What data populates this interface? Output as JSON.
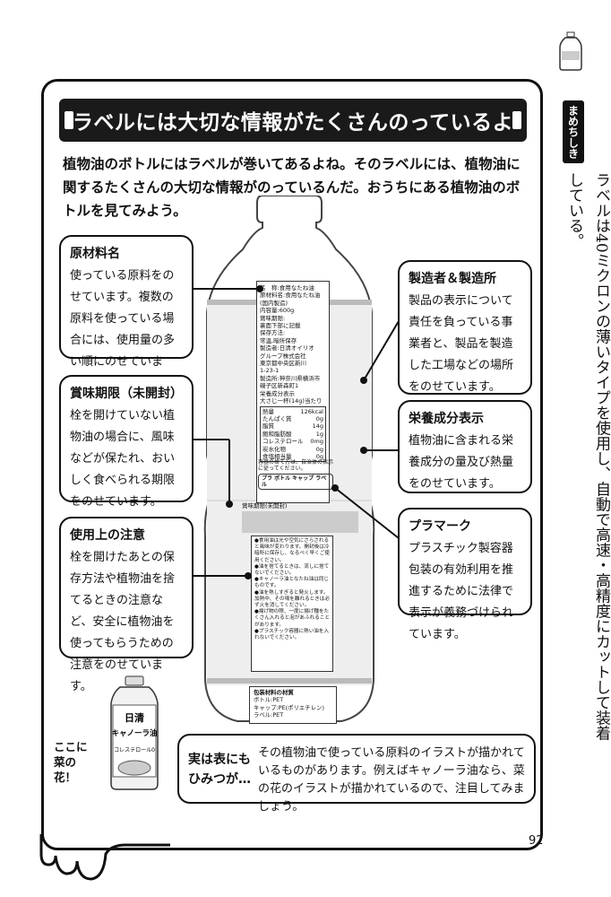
{
  "title": "ラベルには大切な情報がたくさんのっているよ",
  "intro": "植物油のボトルにはラベルが巻いてあるよね。そのラベルには、植物油に関するたくさんの大切な情報がのっているんだ。おうちにある植物油のボトルを見てみよう。",
  "callouts": {
    "ingredients": {
      "title": "原材料名",
      "body": "使っている原料をのせています。複数の原料を使っている場合には、使用量の多い順にのせています。"
    },
    "expiry": {
      "title": "賞味期限（未開封）",
      "body": "栓を開けていない植物油の場合に、風味などが保たれ、おいしく食べられる期限をのせています。"
    },
    "caution": {
      "title": "使用上の注意",
      "body": "栓を開けたあとの保存方法や植物油を捨てるときの注意など、安全に植物油を使ってもらうための注意をのせています。"
    },
    "manufacturer": {
      "title": "製造者＆製造所",
      "body": "製品の表示について責任を負っている事業者と、製品を製造した工場などの場所をのせています。"
    },
    "nutrition": {
      "title": "栄養成分表示",
      "body": "植物油に含まれる栄養成分の量及び熱量をのせています。"
    },
    "plastic": {
      "title": "プラマーク",
      "body": "プラスチック製容器包装の有効利用を推進するために法律で表示が義務づけられています。"
    }
  },
  "bottle_label": {
    "lines": [
      "名　称:食用なたね油",
      "原材料名:食用なたね油",
      "(国内製造)",
      "内容量:600g",
      "賞味期限:",
      "裏面下部に記載",
      "保存方法:",
      "常温,暗所保存",
      "製造者:日清オイリオ",
      "グループ株式会社",
      "東京都中央区新川",
      "1-23-1",
      "製造所:神奈川県横浜市",
      "磯子区新森町1",
      "栄養成分表示",
      "大さじ一杯(14g)当たり"
    ],
    "nutrition_rows": [
      [
        "熱量",
        "126kcal"
      ],
      [
        "たんぱく質",
        "0g"
      ],
      [
        "脂質",
        "14g"
      ],
      [
        "飽和脂肪酸",
        "1g"
      ],
      [
        "コレステロール",
        "0mg"
      ],
      [
        "炭水化物",
        "0g"
      ],
      [
        "食塩相当量",
        "0g"
      ]
    ],
    "recycle_text": "容器の捨て方は、自治体の指示に従ってください。",
    "recycle_mark": "プラ ボトル キャップ ラベル",
    "expiry_label": "賞味期限(未開封)",
    "caution_lines": [
      "●食用油は光や空気にさらされると風味が変わります。開封後は冷暗所に保存し、なるべく早くご使用ください。",
      "●油を捨てるときは、流しに捨てないでください。",
      "●キャノーラ油となたね油は同じものです。",
      "●油を熱しすぎると発火します。加熱中、その場を離れるときは必ず火を消してください。",
      "●揚げ物の際、一度に揚げ種をたくさん入れると泡があふれることがあります。",
      "●プラスチック容器に熱い油を入れないでください。"
    ],
    "material_title": "包装材料の材質",
    "material_lines": [
      "ボトル:PET",
      "キャップ:PE(ポリエチレン)",
      "ラベル:PET"
    ]
  },
  "small_bottle": {
    "brand": "日清",
    "product": "キャノーラ油",
    "badge": "コレステロール0",
    "pointer_label": "ここに菜の花！"
  },
  "bottom": {
    "lead": "実は表にもひみつが…",
    "body": "その植物油で使っている原料のイラストが描かれているものがあります。例えばキャノーラ油なら、菜の花のイラストが描かれているので、注目してみましょう。"
  },
  "side": {
    "tag": "まめちしき",
    "text": "ラベルは40ミクロンの薄いタイプを使用し、自動で高速・高精度にカットして装着している。"
  },
  "page_number": "92"
}
